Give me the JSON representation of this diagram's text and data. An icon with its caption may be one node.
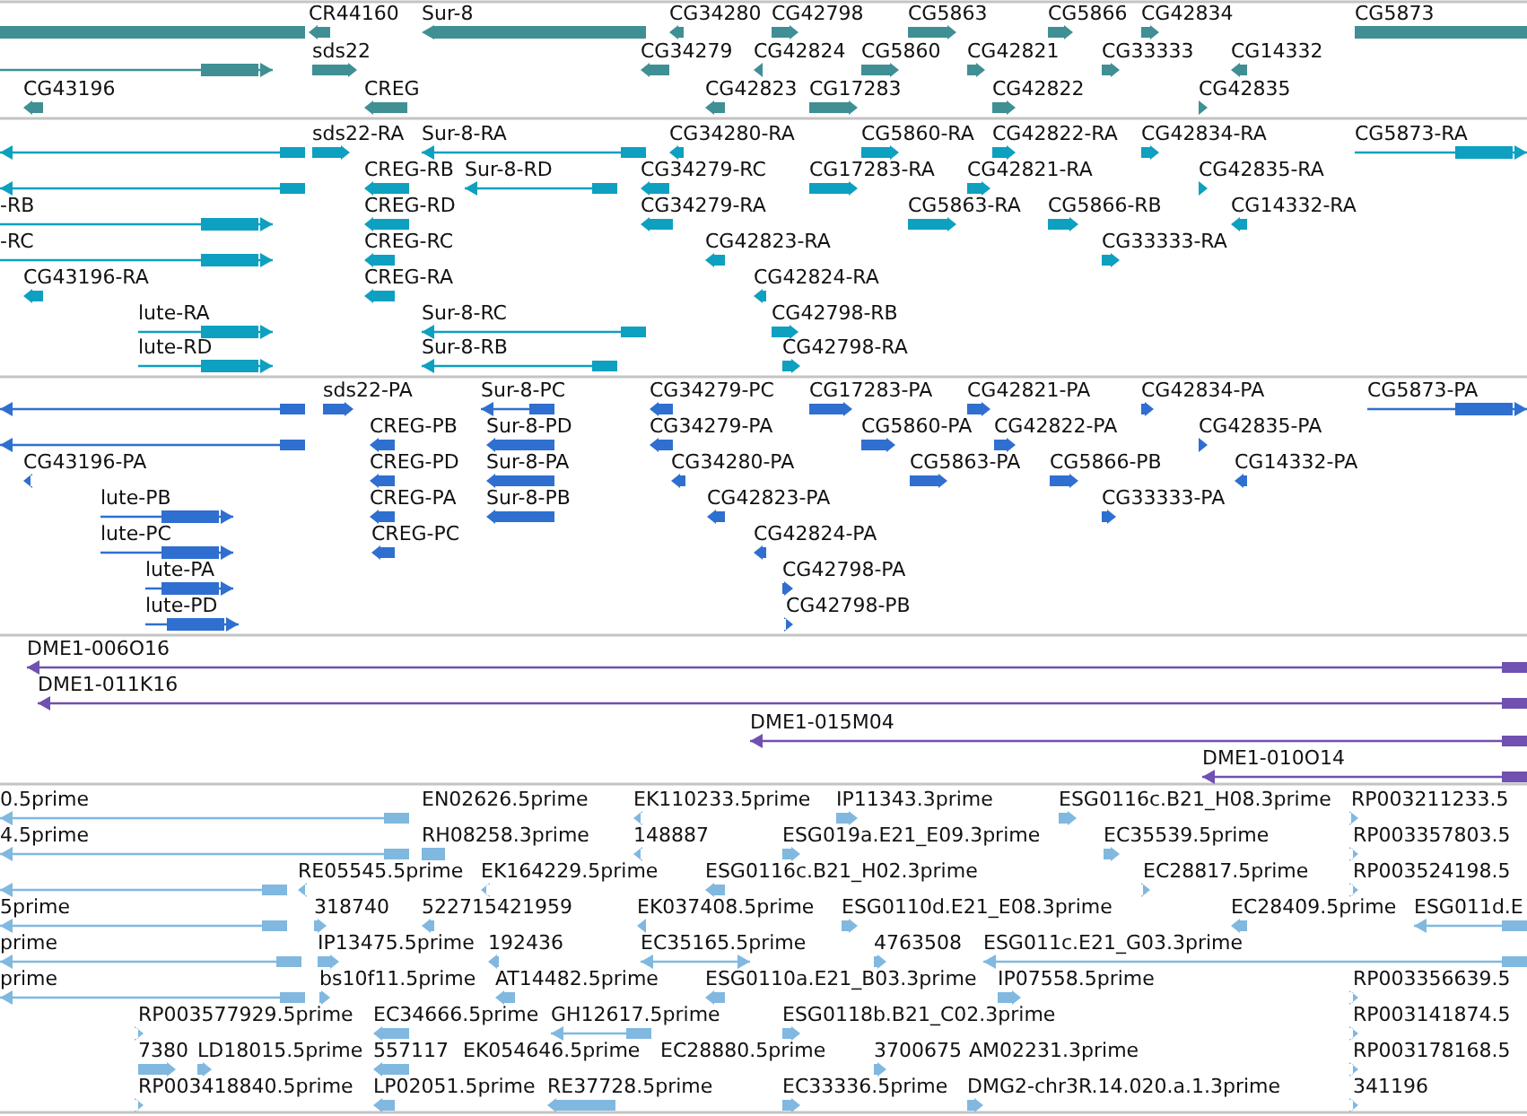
{
  "diagram": {
    "labels": [
      "CR44160",
      "Sur-8",
      "CG34280",
      "CG42798",
      "CG5863",
      "CG5866",
      "CG42834",
      "CG5873",
      "sds22",
      "CG34279",
      "CG42824",
      "CG5860",
      "CG42821",
      "CG33333",
      "CG14332",
      "CG43196",
      "CREG",
      "CG42823",
      "CG17283",
      "CG42822",
      "CG42835",
      "sds22-RA",
      "Sur-8-RA",
      "CG34280-RA",
      "CG5860-RA",
      "CG42822-RA",
      "CG42834-RA",
      "CG5873-RA",
      "CREG-RB",
      "Sur-8-RD",
      "CG34279-RC",
      "CG17283-RA",
      "CG42821-RA",
      "CG42835-RA",
      "-RB",
      "CREG-RD",
      "CG34279-RA",
      "CG5863-RA",
      "CG5866-RB",
      "CG14332-RA",
      "-RC",
      "CREG-RC",
      "CG42823-RA",
      "CG33333-RA",
      "CG43196-RA",
      "CREG-RA",
      "CG42824-RA",
      "lute-RA",
      "Sur-8-RC",
      "CG42798-RB",
      "lute-RD",
      "Sur-8-RB",
      "CG42798-RA",
      "sds22-PA",
      "Sur-8-PC",
      "CG34279-PC",
      "CG17283-PA",
      "CG42821-PA",
      "CG42834-PA",
      "CG5873-PA",
      "CREG-PB",
      "Sur-8-PD",
      "CG34279-PA",
      "CG5860-PA",
      "CG42822-PA",
      "CG42835-PA",
      "CG43196-PA",
      "CREG-PD",
      "Sur-8-PA",
      "CG34280-PA",
      "CG5863-PA",
      "CG5866-PB",
      "CG14332-PA",
      "lute-PB",
      "CREG-PA",
      "Sur-8-PB",
      "CG42823-PA",
      "CG33333-PA",
      "lute-PC",
      "CREG-PC",
      "CG42824-PA",
      "lute-PA",
      "CG42798-PA",
      "lute-PD",
      "CG42798-PB",
      "DME1-006O16",
      "DME1-011K16",
      "DME1-015M04",
      "DME1-010O14",
      "0.5prime",
      "EN02626.5prime",
      "EK110233.5prime",
      "IP11343.3prime",
      "ESG0116c.B21_H08.3prime",
      "RP003211233.5",
      "4.5prime",
      "RH08258.3prime",
      "148887",
      "ESG019a.E21_E09.3prime",
      "EC35539.5prime",
      "RP003357803.5",
      "RE05545.5prime",
      "EK164229.5prime",
      "ESG0116c.B21_H02.3prime",
      "EC28817.5prime",
      "RP003524198.5",
      "5prime",
      "318740",
      "522715421959",
      "EK037408.5prime",
      "ESG0110d.E21_E08.3prime",
      "EC28409.5prime",
      "ESG011d.E",
      "prime",
      "IP13475.5prime",
      "192436",
      "EC35165.5prime",
      "4763508",
      "ESG011c.E21_G03.3prime",
      "prime",
      "bs10f11.5prime",
      "AT14482.5prime",
      "ESG0110a.E21_B03.3prime",
      "IP07558.5prime",
      "RP003356639.5",
      "RP003577929.5prime",
      "EC34666.5prime",
      "GH12617.5prime",
      "ESG0118b.B21_C02.3prime",
      "RP003141874.5",
      "7380",
      "LD18015.5prime",
      "557117",
      "EK054646.5prime",
      "EC28880.5prime",
      "3700675",
      "AM02231.3prime",
      "RP003178168.5",
      "RP003418840.5prime",
      "LP02051.5prime",
      "RE37728.5prime",
      "EC33336.5prime",
      "DMG2-chr3R.14.020.a.1.3prime",
      "341196"
    ]
  }
}
